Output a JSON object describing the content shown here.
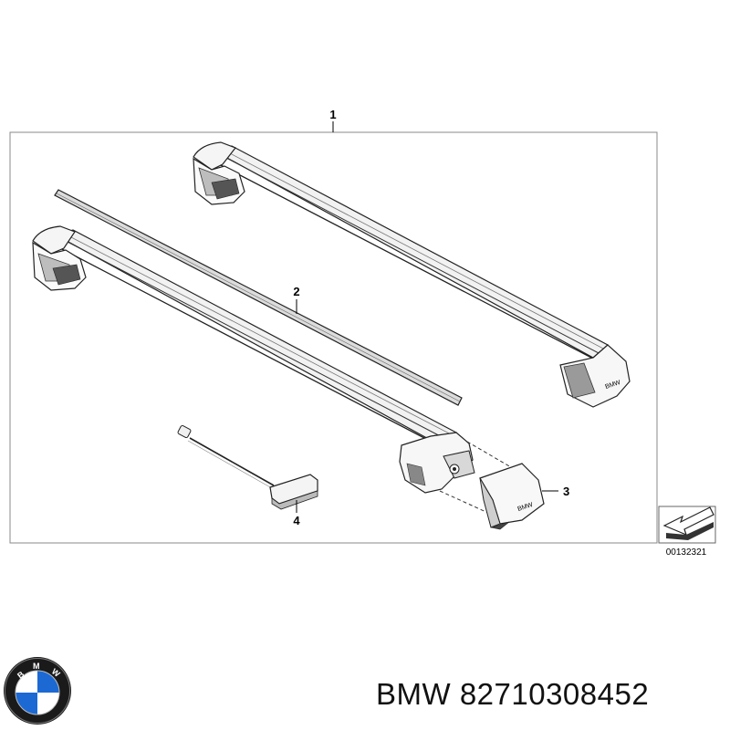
{
  "diagram": {
    "callouts": {
      "c1": "1",
      "c2": "2",
      "c3": "3",
      "c4": "4"
    },
    "reference_number": "00132321",
    "arrow_icon": "direction-arrow-icon"
  },
  "logo": {
    "icon": "bmw-roundel-logo",
    "text": "BMW",
    "colors": {
      "blue": "#1c69d4",
      "white": "#ffffff",
      "ring": "#1a1a1a"
    }
  },
  "caption": {
    "part_label": "BMW 82710308452"
  }
}
